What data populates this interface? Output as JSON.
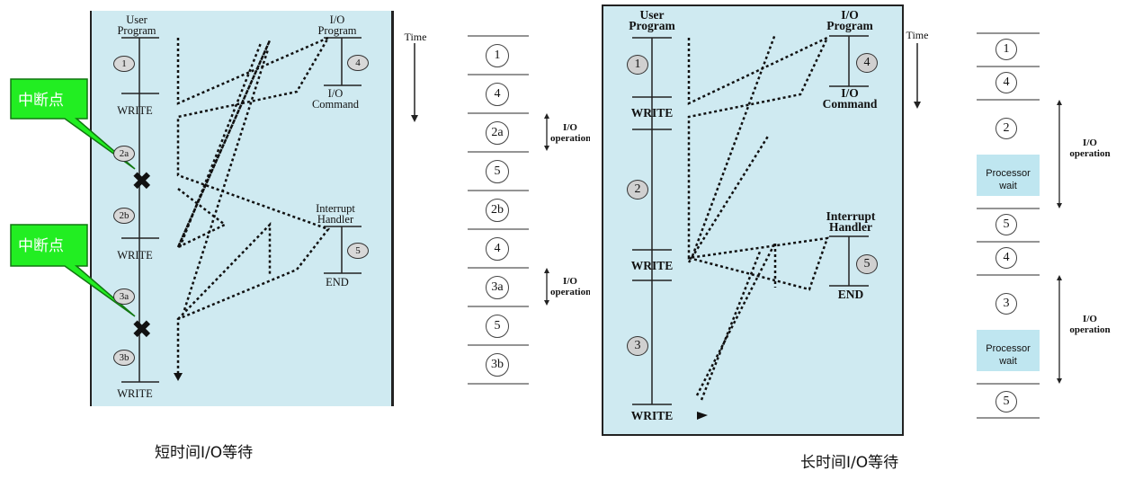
{
  "left_diagram": {
    "user_program_label": "User\nProgram",
    "io_program_label": "I/O\nProgram",
    "io_command_label": "I/O\nCommand",
    "interrupt_handler_label": "Interrupt\nHandler",
    "end_label": "END",
    "write_labels": [
      "WRITE",
      "WRITE",
      "WRITE"
    ],
    "user_steps": [
      "1",
      "2a",
      "2b",
      "3a",
      "3b"
    ],
    "io_step": "4",
    "handler_step": "5",
    "callouts": [
      "中断点",
      "中断点"
    ],
    "time_label": "Time",
    "timeline": [
      "1",
      "4",
      "2a",
      "5",
      "2b",
      "4",
      "3a",
      "5",
      "3b"
    ],
    "io_operation_labels": [
      "I/O\noperation",
      "I/O\noperation"
    ],
    "caption": "短时间I/O等待"
  },
  "right_diagram": {
    "user_program_label": "User\nProgram",
    "io_program_label": "I/O\nProgram",
    "io_command_label": "I/O\nCommand",
    "interrupt_handler_label": "Interrupt\nHandler",
    "end_label": "END",
    "write_labels": [
      "WRITE",
      "WRITE",
      "WRITE"
    ],
    "user_steps": [
      "1",
      "2",
      "3"
    ],
    "io_step": "4",
    "handler_step": "5",
    "time_label": "Time",
    "timeline": [
      "1",
      "4",
      "2",
      "Processor\nwait",
      "5",
      "4",
      "3",
      "Processor\nwait",
      "5"
    ],
    "io_operation_labels": [
      "I/O\noperation",
      "I/O\noperation"
    ],
    "caption": "长时间I/O等待"
  },
  "colors": {
    "panel_bg": "#cfeaf1",
    "callout_green": "#22ee22",
    "processor_wait_bg": "#bfe6f0"
  }
}
